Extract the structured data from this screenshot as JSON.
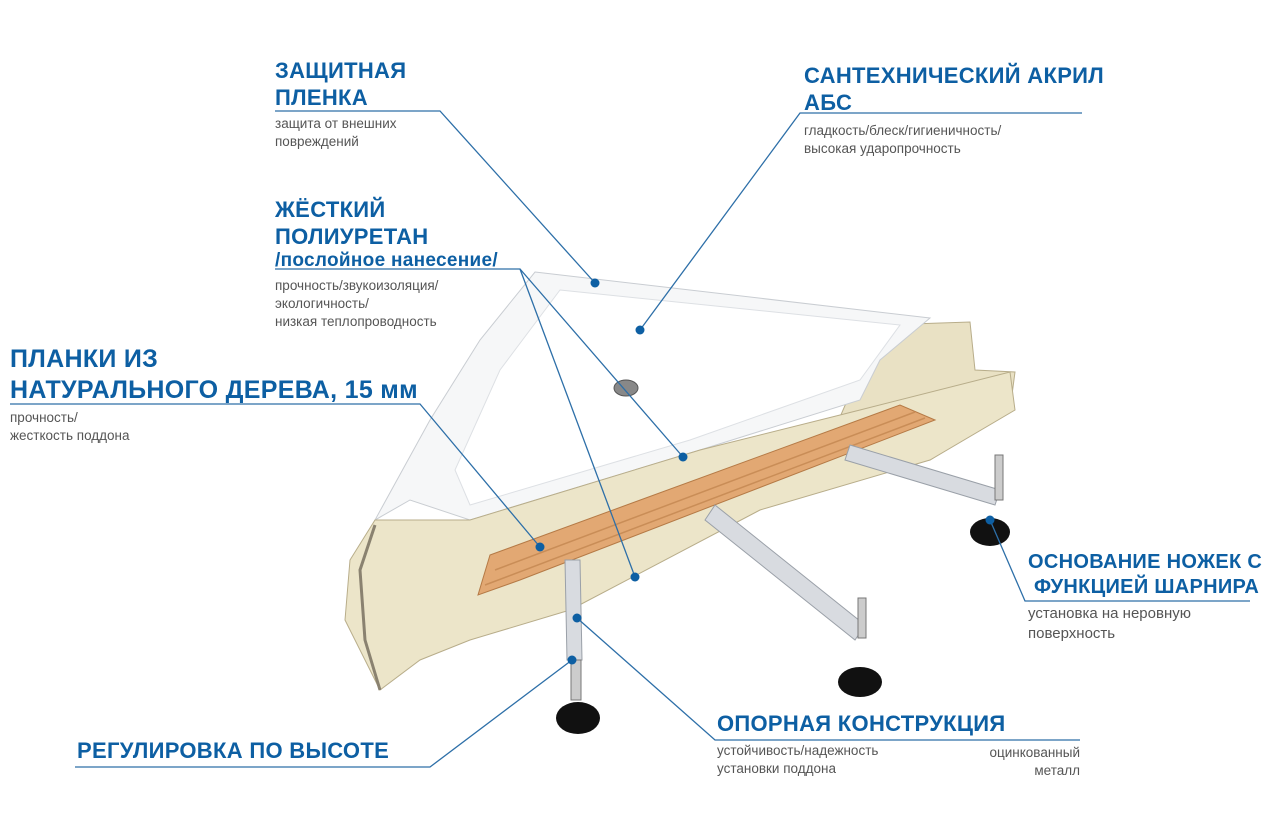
{
  "colors": {
    "accent": "#0d5fa3",
    "leader": "#2d6fa8",
    "text": "#555555"
  },
  "labels": {
    "film": {
      "title": [
        "ЗАЩИТНАЯ",
        "ПЛЕНКА"
      ],
      "desc": [
        "защита от внешних",
        "повреждений"
      ]
    },
    "acrylic": {
      "title": [
        "САНТЕХНИЧЕСКИЙ АКРИЛ",
        "АБС"
      ],
      "desc": [
        "гладкость/блеск/гигиеничность/",
        "высокая ударопрочность"
      ]
    },
    "polyurethane": {
      "title": [
        "ЖЁСТКИЙ",
        "ПОЛИУРЕТАН"
      ],
      "subtitle": "/послойное нанесение/",
      "desc": [
        "прочность/звукоизоляция/",
        "экологичность/",
        "низкая теплопроводность"
      ]
    },
    "wood": {
      "title": [
        "ПЛАНКИ ИЗ",
        "НАТУРАЛЬНОГО ДЕРЕВА, 15 мм"
      ],
      "desc": [
        "прочность/",
        "жесткость поддона"
      ]
    },
    "hinge": {
      "title": [
        "ОСНОВАНИЕ НОЖЕК С",
        "ФУНКЦИЕЙ ШАРНИРА"
      ],
      "desc": [
        "установка на неровную",
        "поверхность"
      ]
    },
    "support": {
      "title": "ОПОРНАЯ КОНСТРУКЦИЯ",
      "desc": [
        "устойчивость/надежность",
        "установки поддона"
      ],
      "material": [
        "оцинкованный",
        "металл"
      ]
    },
    "height": {
      "title": "РЕГУЛИРОВКА ПО ВЫСОТЕ"
    }
  }
}
